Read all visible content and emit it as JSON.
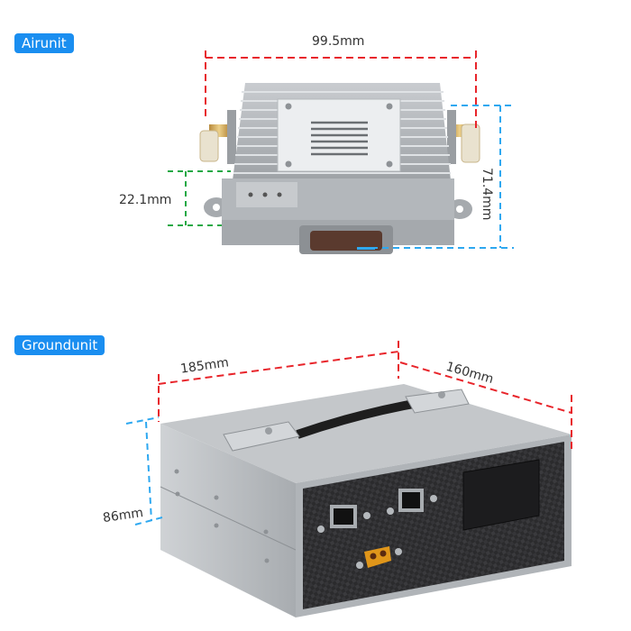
{
  "sections": {
    "airunit": {
      "label": "Airunit",
      "dimensions": {
        "width": "99.5mm",
        "height": "71.4mm",
        "thickness": "22.1mm"
      }
    },
    "groundunit": {
      "label": "Groundunit",
      "dimensions": {
        "length": "185mm",
        "depth": "160mm",
        "height": "86mm"
      }
    }
  },
  "colors": {
    "badge": "#1a8ef0",
    "dim_red": "#e8252b",
    "dim_blue": "#2ea8f0",
    "dim_green": "#22a845",
    "aluminum": "#b8bcc0",
    "carbon": "#2a2a2c",
    "xt_connector": "#e0961a"
  }
}
